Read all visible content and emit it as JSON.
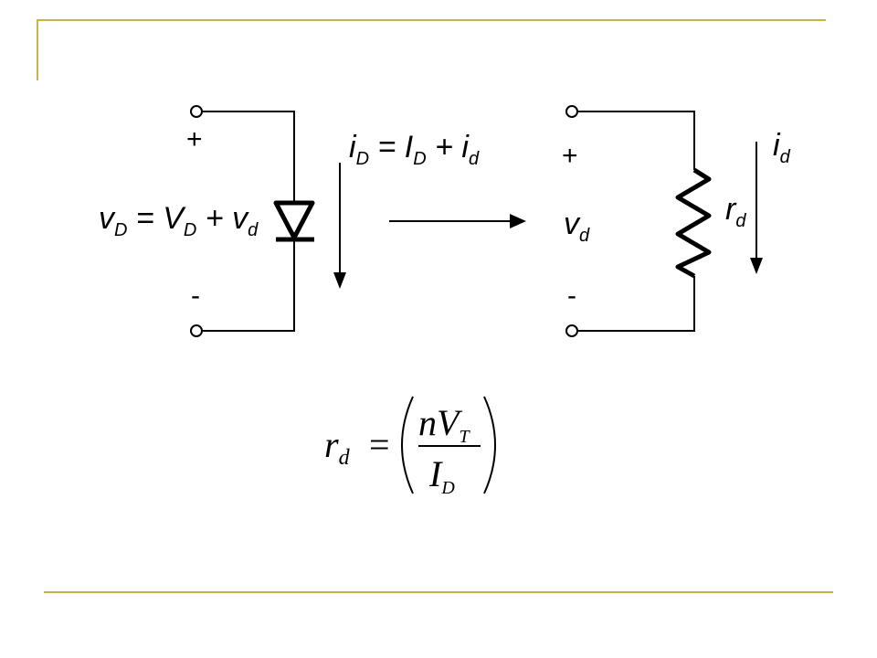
{
  "colors": {
    "accent": "#c9b24c",
    "ink": "#000000",
    "background": "#ffffff"
  },
  "left_circuit": {
    "plus": "+",
    "minus": "-",
    "voltage": {
      "v": "v",
      "v_sub": "D",
      "eq": " = ",
      "V": "V",
      "V_sub": "D",
      "plus": " + ",
      "vd": "v",
      "vd_sub": "d"
    },
    "current": {
      "i": "i",
      "i_sub": "D",
      "eq": " = ",
      "I": "I",
      "I_sub": "D",
      "plus": " + ",
      "id": "i",
      "id_sub": "d"
    },
    "component": "diode-icon"
  },
  "right_circuit": {
    "plus": "+",
    "minus": "-",
    "voltage": {
      "v": "v",
      "v_sub": "d"
    },
    "resistance": {
      "r": "r",
      "r_sub": "d"
    },
    "current": {
      "i": "i",
      "i_sub": "d"
    },
    "component": "resistor-icon"
  },
  "formula": {
    "lhs": "r",
    "lhs_sub": "d",
    "equals": "=",
    "num_n": "n",
    "num_V": "V",
    "num_sub": "T",
    "den_I": "I",
    "den_sub": "D"
  }
}
